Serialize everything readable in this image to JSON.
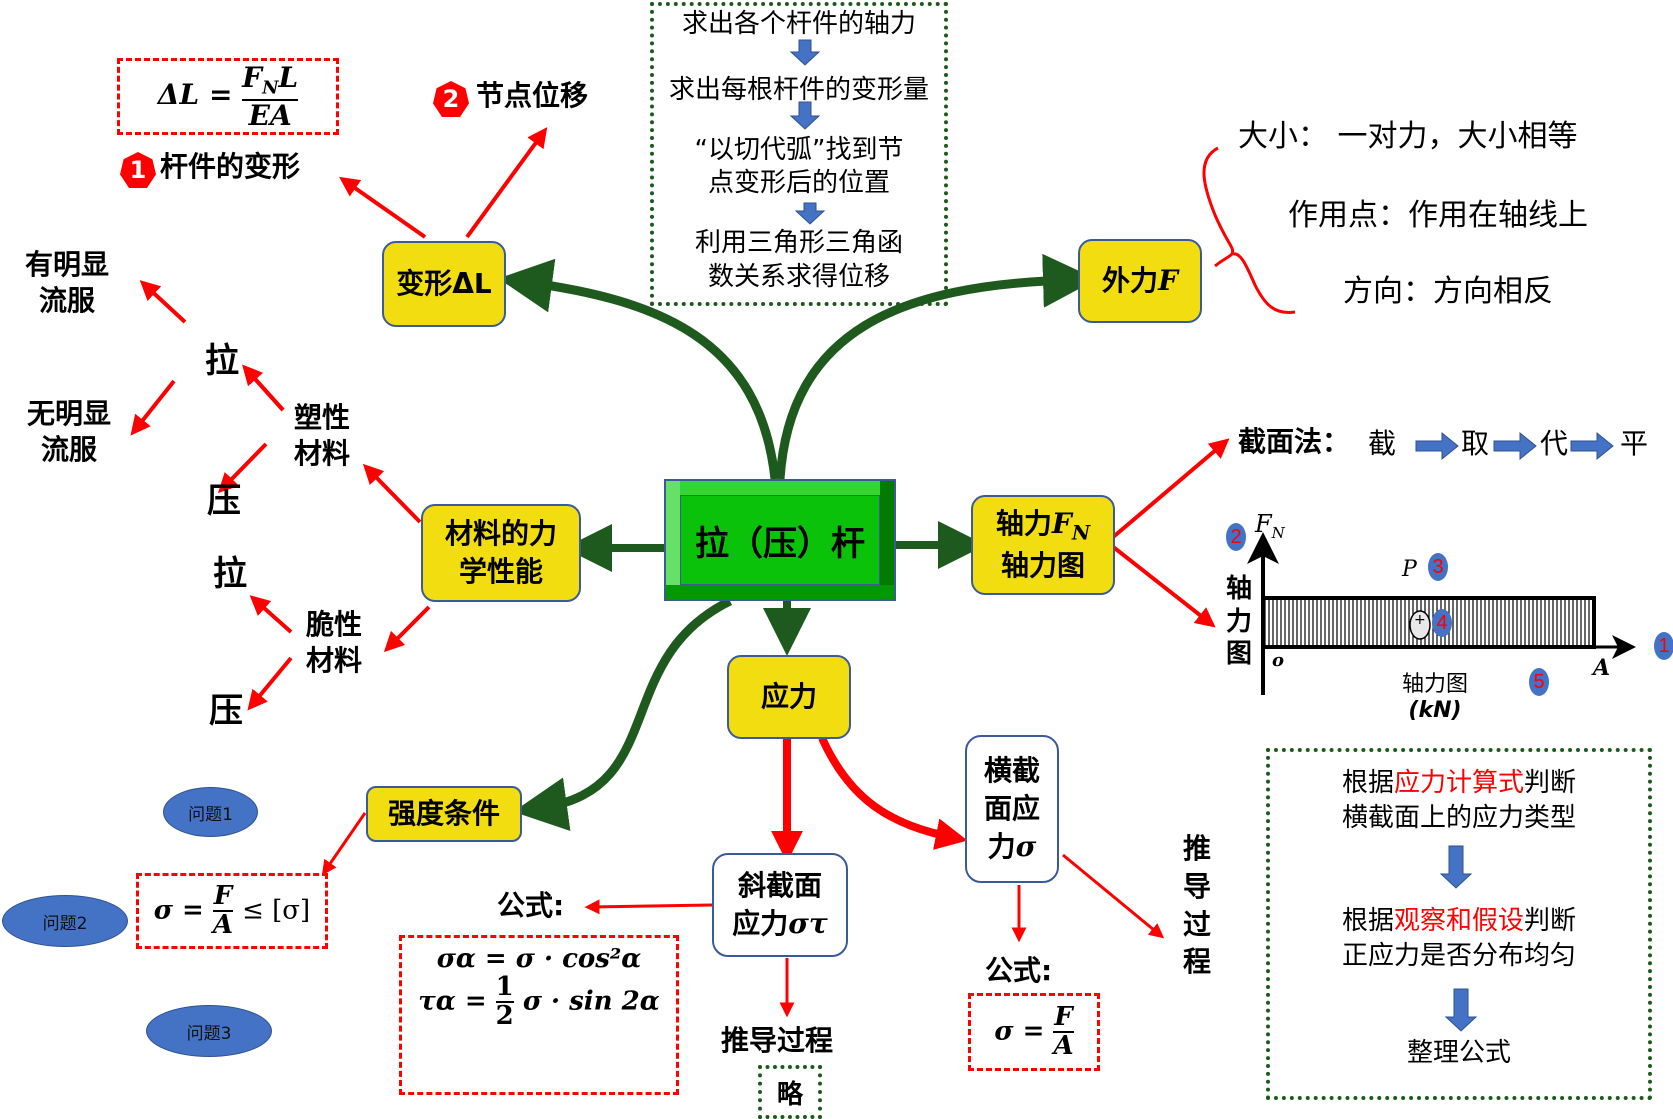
{
  "center_node": {
    "label": "拉（压）杆"
  },
  "nodes": {
    "deformation": {
      "label": "变形ΔL"
    },
    "external_force": {
      "label": "外力",
      "symbol": "F"
    },
    "material_properties": {
      "line1": "材料的力",
      "line2": "学性能"
    },
    "axial_force": {
      "line1": "轴力",
      "symbol": "F",
      "subscript": "N",
      "line2": "轴力图"
    },
    "stress": {
      "label": "应力"
    },
    "strength_condition": {
      "label": "强度条件"
    },
    "oblique_stress": {
      "line1": "斜截面",
      "line2": "应力",
      "symbol": "στ"
    },
    "cross_section_stress": {
      "line1": "横截",
      "line2": "面应",
      "line3": "力",
      "symbol": "σ"
    }
  },
  "deformation_branch": {
    "item1": {
      "badge": "1",
      "label": "杆件的变形"
    },
    "item2": {
      "badge": "2",
      "label": "节点位移"
    },
    "formula": {
      "lhs": "ΔL =",
      "numerator": "F",
      "numerator_sub": "N",
      "numerator_tail": "L",
      "denominator": "EA"
    }
  },
  "node_displacement_steps": {
    "step1": "求出各个杆件的轴力",
    "step2": "求出每根杆件的变形量",
    "step3_line1": "“以切代弧”找到节",
    "step3_line2": "点变形后的位置",
    "step4_line1": "利用三角形三角函",
    "step4_line2": "数关系求得位移"
  },
  "external_force_details": {
    "magnitude": "大小： 一对力，大小相等",
    "application_point": "作用点：作用在轴线上",
    "direction": "方向：方向相反"
  },
  "section_method": {
    "label": "截面法：",
    "steps": [
      "截",
      "取",
      "代",
      "平"
    ]
  },
  "axial_force_diagram": {
    "y_axis_label": "F",
    "y_axis_sub": "N",
    "side_label": [
      "轴",
      "力",
      "图"
    ],
    "origin": "o",
    "end_label": "A",
    "load_label": "P",
    "sign": "+",
    "caption": "轴力图",
    "unit": "(kN)",
    "badges": [
      "1",
      "2",
      "3",
      "4",
      "5"
    ]
  },
  "material_branch": {
    "plastic": {
      "line1": "塑性",
      "line2": "材料"
    },
    "brittle": {
      "line1": "脆性",
      "line2": "材料"
    },
    "tension": "拉",
    "compression": "压",
    "obvious_yield": {
      "line1": "有明显",
      "line2": "流服"
    },
    "no_obvious_yield": {
      "line1": "无明显",
      "line2": "流服"
    }
  },
  "strength_branch": {
    "formula": {
      "lhs": "σ =",
      "numerator": "F",
      "denominator": "A",
      "rhs": "≤ [σ]"
    },
    "questions": [
      "问题1",
      "问题2",
      "问题3"
    ]
  },
  "oblique_branch": {
    "formula_label": "公式:",
    "formula1": "σα = σ · cos²α",
    "formula2_lhs": "τα =",
    "formula2_num": "1",
    "formula2_den": "2",
    "formula2_rhs": "σ · sin 2α",
    "derivation": "推导过程",
    "omitted": "略"
  },
  "cross_section_branch": {
    "formula_label": "公式:",
    "formula": {
      "lhs": "σ =",
      "numerator": "F",
      "denominator": "A"
    },
    "derivation": [
      "推",
      "导",
      "过",
      "程"
    ]
  },
  "derivation_steps": {
    "step1_prefix": "根据",
    "step1_highlight": "应力计算式",
    "step1_suffix": "判断",
    "step1_line2": "横截面上的应力类型",
    "step2_prefix": "根据",
    "step2_highlight": "观察和假设",
    "step2_suffix": "判断",
    "step2_line2": "正应力是否分布均匀",
    "step3": "整理公式"
  },
  "colors": {
    "trunk_green": "#1e5a1e",
    "arrow_red": "#ff0000",
    "node_yellow": "#f2de10",
    "center_green": "#09c209",
    "flow_blue": "#4472c4"
  }
}
